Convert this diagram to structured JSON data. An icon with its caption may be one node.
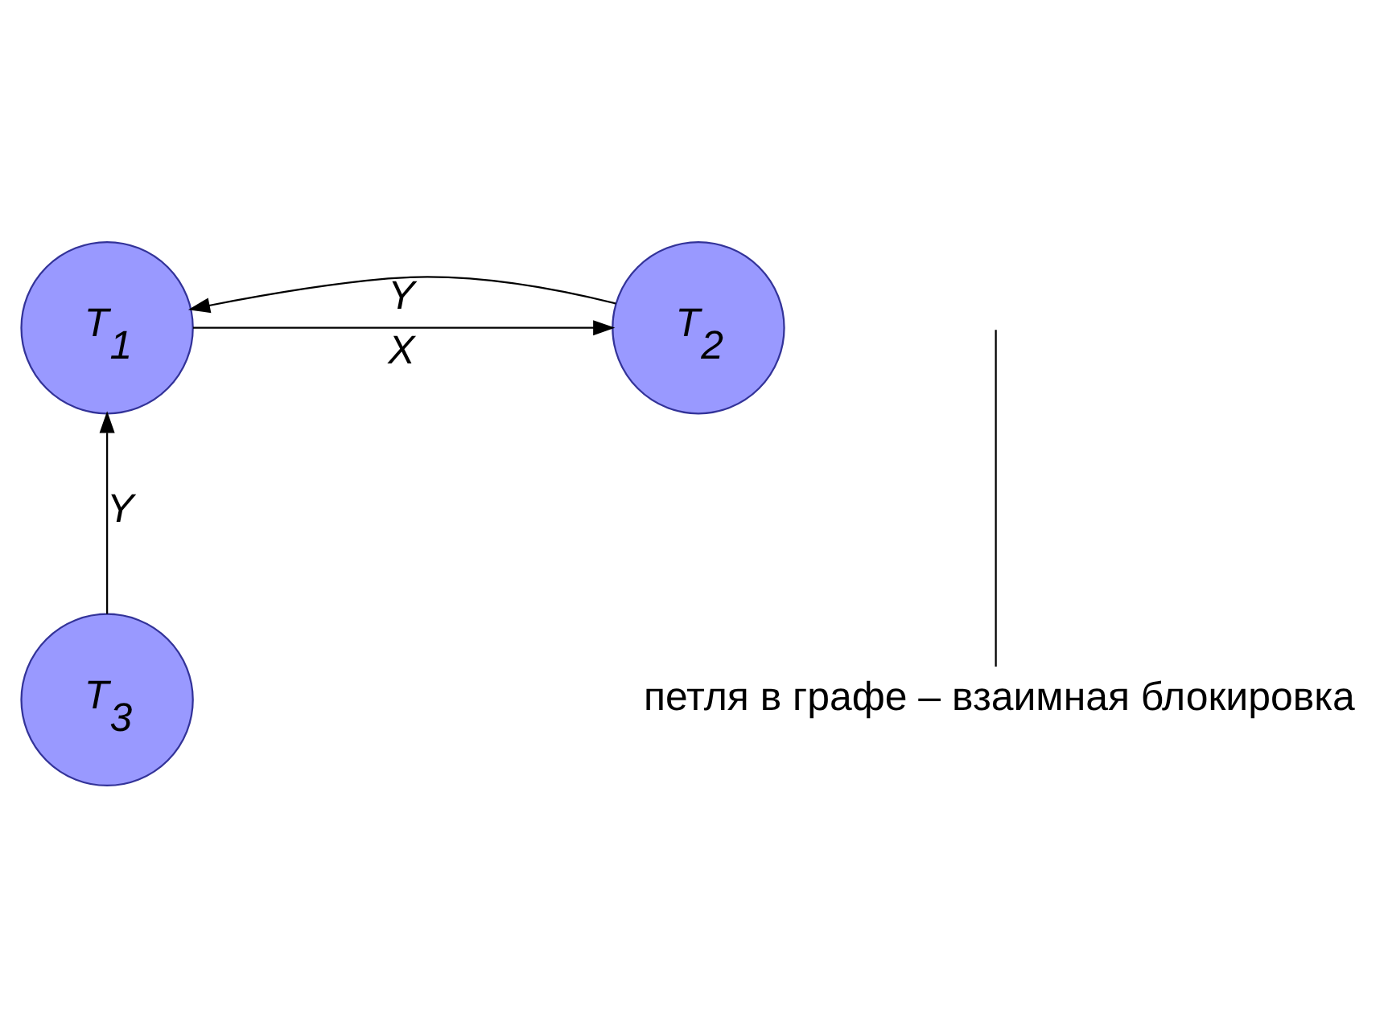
{
  "diagram": {
    "nodes": [
      {
        "text": [
          "T$_{1}$"
        ]
      },
      {
        "text": [
          "T$_{2}$"
        ]
      },
      {
        "text": [
          "T$_{3}$"
        ]
      },
      {
        "text": [
          "петля в графе – взаимная блокировка"
        ]
      }
    ],
    "edges": [
      {
        "from": 0,
        "to": 1,
        "arrow": "to",
        "label": "X"
      },
      {
        "from": 1,
        "to": 0,
        "arrow": "to",
        "label": "Y"
      },
      {
        "from": 2,
        "to": 0,
        "arrow": "to",
        "label": "Y"
      },
      {
        "from": 3,
        "to": null,
        "arrow": "none"
      }
    ]
  }
}
